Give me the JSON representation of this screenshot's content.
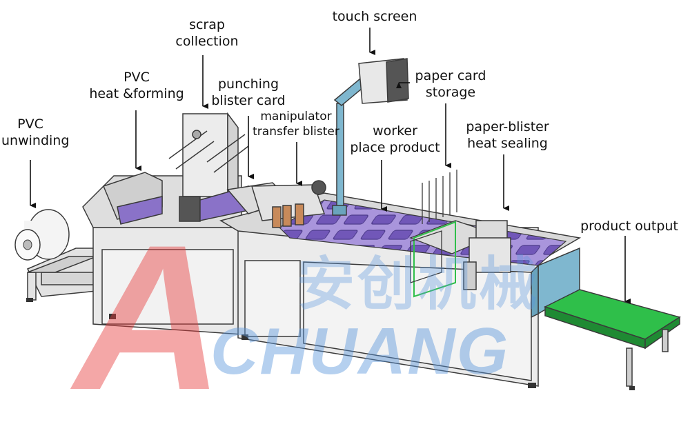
{
  "labels": {
    "pvc_unwinding": [
      "PVC",
      "unwinding"
    ],
    "pvc_heat_forming": [
      "PVC",
      "heat &forming"
    ],
    "scrap_collection": [
      "scrap",
      "collection"
    ],
    "punching_blister_card": [
      "punching",
      "blister card"
    ],
    "manipulator_transfer": [
      "manipulator",
      "transfer blister"
    ],
    "touch_screen": "touch screen",
    "paper_card_storage": [
      "paper card",
      "storage"
    ],
    "worker_place_product": [
      "worker",
      "place product"
    ],
    "paper_blister_heat_sealing": [
      "paper-blister",
      "heat sealing"
    ],
    "product_output": "product output"
  },
  "watermark": {
    "letter": "A",
    "word": "CHUANG",
    "chinese": "安创机械"
  },
  "colors": {
    "frame": "#e6e6e6",
    "outline": "#3a3a3a",
    "blister_tray": "#8a72c8",
    "conveyor": "#2fbf4a",
    "blue_housing": "#7fb7cf",
    "wood": "#c88a5a"
  }
}
